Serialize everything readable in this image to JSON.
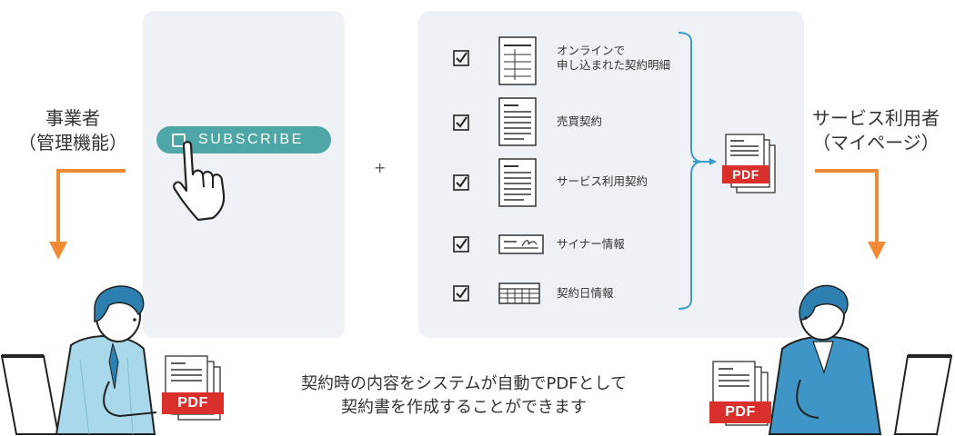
{
  "left_actor": {
    "line1": "事業者",
    "line2": "（管理機能）"
  },
  "right_actor": {
    "line1": "サービス利用者",
    "line2": "（マイページ）"
  },
  "subscribe_button": {
    "label": "SUBSCRIBE"
  },
  "plus_sign": "+",
  "checklist": [
    {
      "label": "オンラインで\n申し込まれた契約明細",
      "icon": "table-document-icon"
    },
    {
      "label": "売買契約",
      "icon": "text-document-icon"
    },
    {
      "label": "サービス利用契約",
      "icon": "text-document-icon"
    },
    {
      "label": "サイナー情報",
      "icon": "signature-icon"
    },
    {
      "label": "契約日情報",
      "icon": "calendar-grid-icon"
    }
  ],
  "pdf_badge": "PDF",
  "caption": {
    "line1": "契約時の内容をシステムが自動でPDFとして",
    "line2": "契約書を作成することができます"
  },
  "colors": {
    "panel_bg": "#eef2f6",
    "accent_orange": "#f08a35",
    "teal_button": "#4fa6a6",
    "bracket_blue": "#3b9bc8",
    "pdf_red": "#d9302b",
    "person_hair": "#2d7fb0",
    "left_shirt": "#a9d8ea",
    "right_suit": "#3f95c6"
  }
}
